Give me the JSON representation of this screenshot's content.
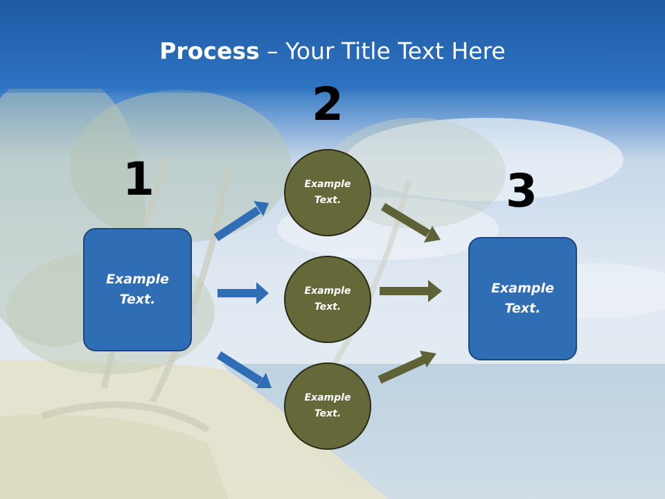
{
  "slide": {
    "title_strong": "Process",
    "title_rest": " – Your Title Text Here"
  },
  "steps": [
    {
      "number": "1",
      "text": "Example Text."
    },
    {
      "number": "2",
      "text": "Example Text."
    },
    {
      "number": "3",
      "text": "Example Text."
    }
  ],
  "middle_nodes": [
    {
      "text": "Example Text."
    },
    {
      "text": "Example Text."
    },
    {
      "text": "Example Text."
    }
  ],
  "colors": {
    "header_blue": "#2d6fbd",
    "box_blue": "#2f6db5",
    "node_olive": "#656838",
    "arrow_blue": "#2f6db5",
    "arrow_olive": "#5f6236"
  }
}
